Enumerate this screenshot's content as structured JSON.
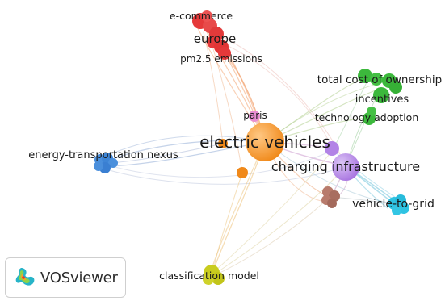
{
  "app": {
    "name": "VOSviewer"
  },
  "colors": {
    "orange": "#f5921e",
    "red": "#e5393a",
    "green": "#3cb83c",
    "purple": "#b283e6",
    "cyan": "#2ec3e2",
    "blue": "#4a8fdc",
    "brown": "#b87b6c",
    "pink": "#e88ed3",
    "yellow": "#c9cc1e"
  },
  "labels": {
    "electric_vehicles": "electric vehicles",
    "charging_infrastructure": "charging infrastructure",
    "europe": "europe",
    "ecommerce": "e-commerce",
    "pm25": "pm2.5 emissions",
    "tco": "total cost of ownership",
    "incentives": "incentives",
    "technology_adoption": "technology adoption",
    "paris": "paris",
    "energy_transportation_nexus": "energy-transportation nexus",
    "vehicle_to_grid": "vehicle-to-grid",
    "classification_model": "classification model"
  }
}
